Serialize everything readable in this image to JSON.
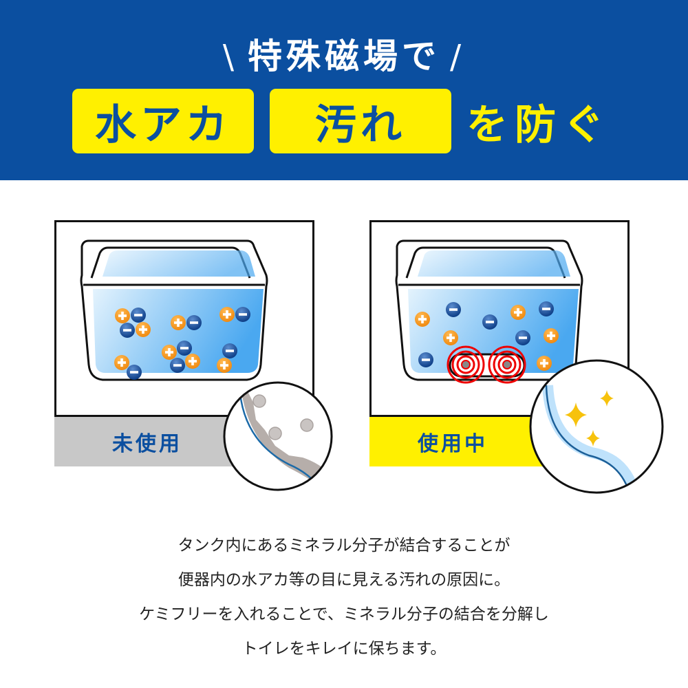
{
  "header": {
    "subtitle": "特殊磁場で",
    "slash_left": "\\",
    "slash_right": "/",
    "tag_1": "水アカ",
    "tag_2": "汚れ",
    "tag_rest": "を防ぐ",
    "bg_color": "#0b4fa0",
    "accent_color": "#fff000"
  },
  "panels": [
    {
      "label": "未使用",
      "state": "unused",
      "label_bg": "#c8c8c8",
      "zoom_icon": "grime-bacteria-icon"
    },
    {
      "label": "使用中",
      "state": "in-use",
      "label_bg": "#fff000",
      "zoom_icon": "sparkle-icon"
    }
  ],
  "description": [
    "タンク内にあるミネラル分子が結合することが",
    "便器内の水アカ等の目に見える汚れの原因に。",
    "ケミフリーを入れることで、ミネラル分子の結合を分解し",
    "トイレをキレイに保ちます。"
  ]
}
